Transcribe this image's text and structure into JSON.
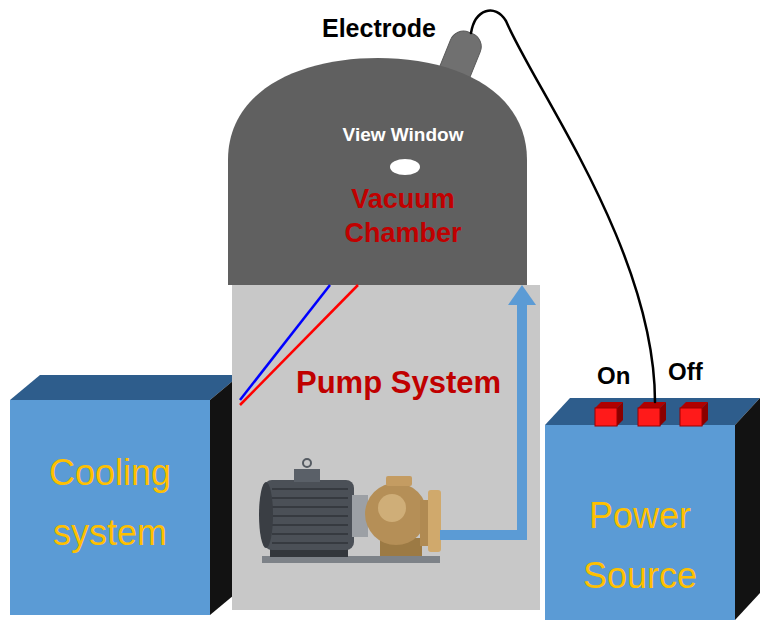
{
  "diagram": {
    "nodes": [
      {
        "text": [
          "Electrode"
        ]
      },
      {
        "text": [
          "View Window",
          "Vacuum Chamber"
        ]
      },
      {
        "text": [
          "Cooling system"
        ]
      },
      {
        "text": [
          "Pump System"
        ]
      },
      {
        "text": [
          "Power Source"
        ]
      }
    ],
    "edges": [
      {
        "from": 0,
        "to": 4,
        "arrow": "none"
      },
      {
        "from": 2,
        "to": 1,
        "arrow": "none"
      },
      {
        "from": 2,
        "to": 1,
        "arrow": "none"
      },
      {
        "from": 3,
        "to": 1,
        "arrow": "to"
      }
    ],
    "labels": [
      "On",
      "Off"
    ]
  }
}
